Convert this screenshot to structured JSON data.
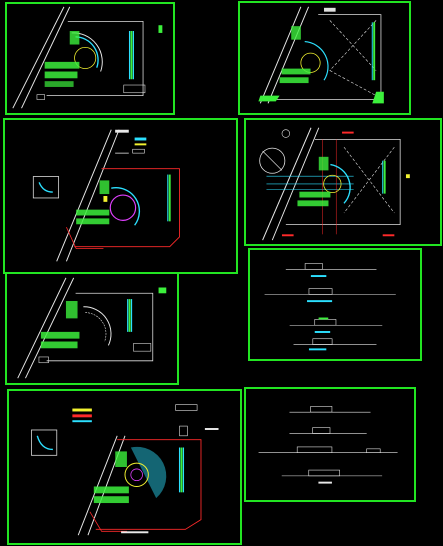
{
  "colors": {
    "frame": "#22e522",
    "plot_border": "#e0e0e0",
    "road": "#e8e8e8",
    "red": "#ff2a2a",
    "cyan": "#2ce0ff",
    "green": "#3cf03c",
    "yellow": "#f2f230",
    "magenta": "#e040ff",
    "white": "#ffffff"
  },
  "sheets": [
    {
      "id": "site-plan-a"
    },
    {
      "id": "site-plan-b"
    },
    {
      "id": "site-plan-c"
    },
    {
      "id": "site-plan-d"
    },
    {
      "id": "elevations-a"
    },
    {
      "id": "site-plan-e"
    },
    {
      "id": "site-plan-f"
    },
    {
      "id": "elevations-b"
    }
  ]
}
